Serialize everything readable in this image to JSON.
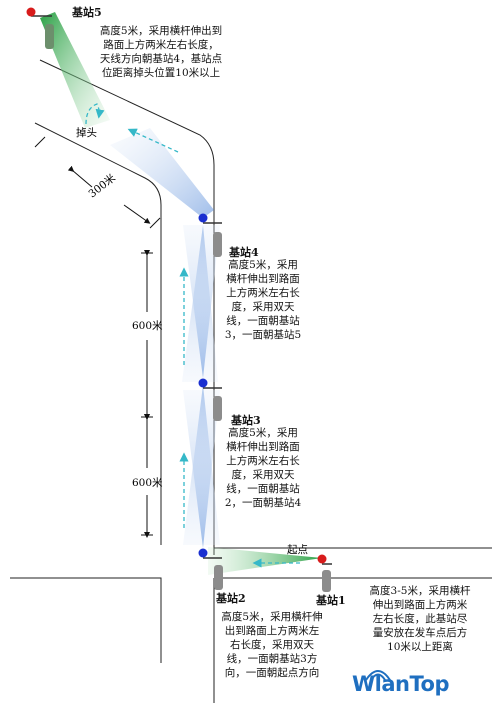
{
  "stations": {
    "s5": {
      "name": "基站5",
      "desc": [
        "高度5米，采用横杆伸出到",
        "路面上方两米左右长度，",
        "天线方向朝基站4，基站点",
        "位距离掉头位置10米以上"
      ]
    },
    "s4": {
      "name": "基站4",
      "desc": [
        "高度5米，采用",
        "横杆伸出到路面",
        "上方两米左右长",
        "度，采用双天",
        "线，一面朝基站",
        "3，一面朝基站5"
      ]
    },
    "s3": {
      "name": "基站3",
      "desc": [
        "高度5米，采用",
        "横杆伸出到路面",
        "上方两米左右长",
        "度，采用双天",
        "线，一面朝基站",
        "2，一面朝基站4"
      ]
    },
    "s2": {
      "name": "基站2",
      "desc": [
        "高度5米，采用横杆伸",
        "出到路面上方两米左",
        "右长度，采用双天",
        "线，一面朝基站3方",
        "向，一面朝起点方向"
      ]
    },
    "s1": {
      "name": "基站1",
      "desc": [
        "高度3-5米，采用横杆",
        "伸出到路面上方两米",
        "左右长度，此基站尽",
        "量安放在发车点后方",
        "10米以上距离"
      ]
    }
  },
  "labels": {
    "turnaround": "掉头",
    "start": "起点",
    "dist_300": "300米",
    "dist_600_top": "600米",
    "dist_600_bottom": "600米"
  },
  "logo": "WlanTop",
  "colors": {
    "beam_blue": "#a9c6ec",
    "beam_green": "#1e9b3a",
    "route_arrow": "#35b8c8",
    "dot_red": "#d81b1b",
    "dot_blue": "#1a2fd0",
    "logo": "#1f6fc0"
  }
}
